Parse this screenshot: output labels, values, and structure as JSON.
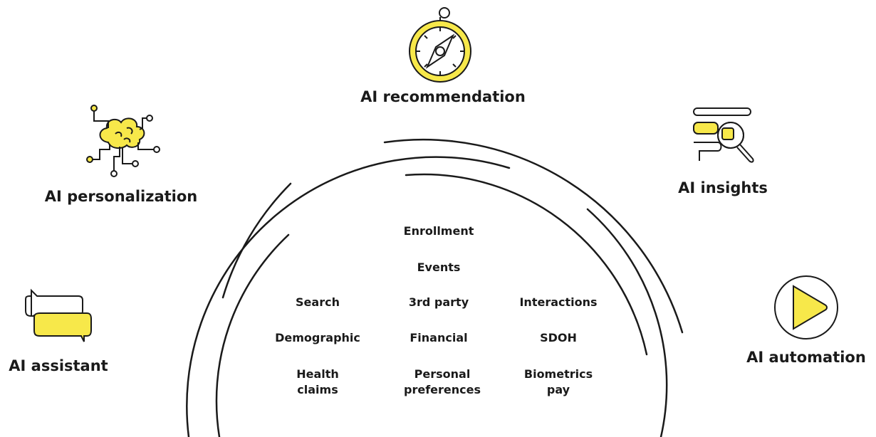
{
  "colors": {
    "accent": "#f7e84a",
    "stroke": "#1a1a1a"
  },
  "capabilities": {
    "recommendation": {
      "label": "AI recommendation",
      "icon": "compass-icon"
    },
    "personalization": {
      "label": "AI personalization",
      "icon": "brain-circuit-icon"
    },
    "insights": {
      "label": "AI insights",
      "icon": "magnifier-document-icon"
    },
    "assistant": {
      "label": "AI assistant",
      "icon": "chat-bubbles-icon"
    },
    "automation": {
      "label": "AI automation",
      "icon": "play-button-icon"
    }
  },
  "data_sources": {
    "enrollment": "Enrollment",
    "events": "Events",
    "search": "Search",
    "third_party": "3rd party",
    "interactions": "Interactions",
    "demographic": "Demographic",
    "financial": "Financial",
    "sdoh": "SDOH",
    "health_claims": "Health\nclaims",
    "personal_preferences": "Personal\npreferences",
    "biometrics_pay": "Biometrics\npay"
  }
}
